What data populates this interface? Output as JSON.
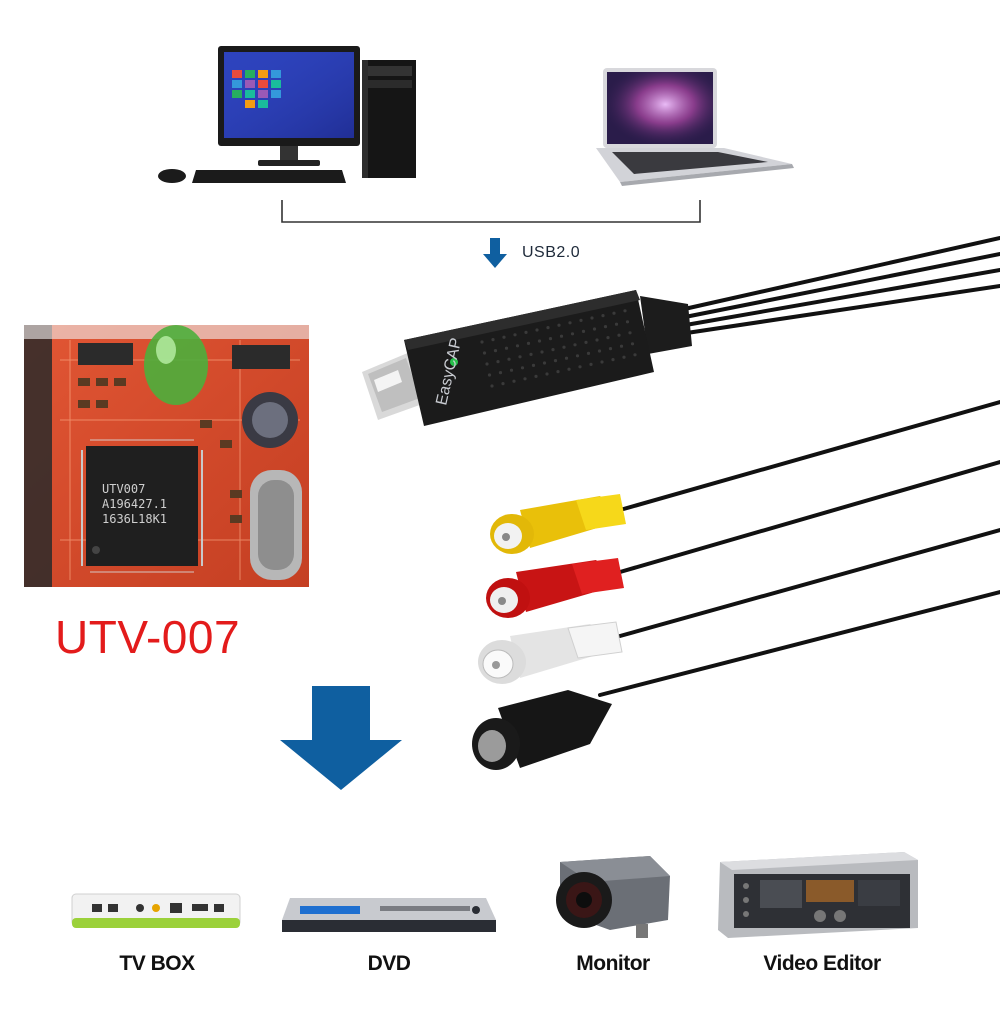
{
  "connection": {
    "interface_label": "USB2.0"
  },
  "adapter": {
    "brand": "EasyCAP"
  },
  "chip": {
    "model_title": "UTV-007",
    "marking_lines": [
      "UTV007",
      "A196427.1",
      "1636L18K1"
    ]
  },
  "devices": [
    {
      "label": "TV BOX",
      "icon": "tv-box-icon"
    },
    {
      "label": "DVD",
      "icon": "dvd-player-icon"
    },
    {
      "label": "Monitor",
      "icon": "security-camera-icon"
    },
    {
      "label": "Video Editor",
      "icon": "video-editor-icon"
    }
  ],
  "colors": {
    "arrow_blue": "#0f5fa0",
    "chip_title_red": "#e31b1b",
    "pcb_red": "#d94a2a",
    "rca_yellow": "#f3cf10",
    "rca_red": "#d41818",
    "rca_white": "#f2f2f2"
  }
}
